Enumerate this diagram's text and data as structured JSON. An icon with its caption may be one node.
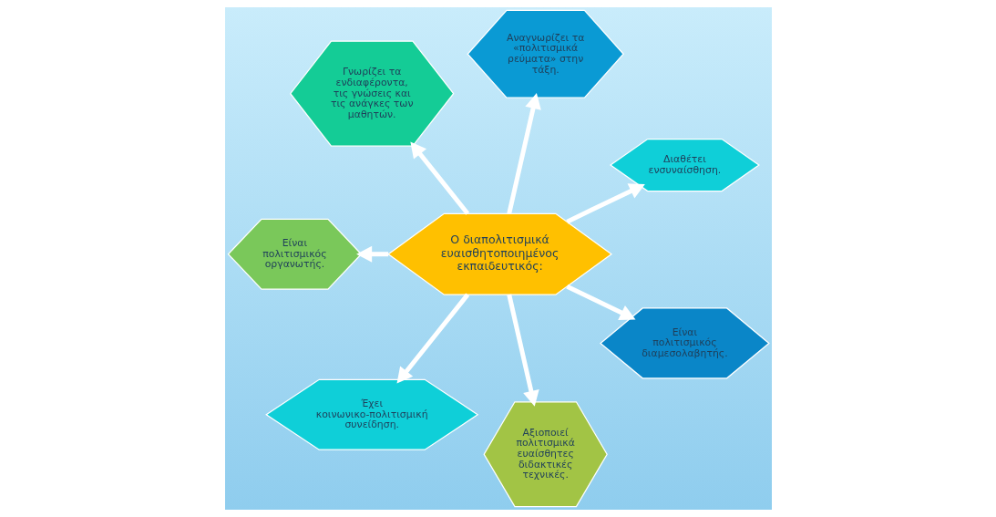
{
  "diagram": {
    "nodes": [
      {
        "text": [
          "Ο διαπολιτισμικά ευαισθητοποιημένος εκπαιδευτικός:"
        ]
      },
      {
        "text": [
          "Διαθέτει ενσυναίσθηση."
        ]
      },
      {
        "text": [
          "Αναγνωρίζει τα «πολιτισμικά ρεύματα» στην τάξη."
        ]
      },
      {
        "text": [
          "Γνωρίζει τα ενδιαφέροντα, τις γνώσεις και τις ανάγκες των μαθητών."
        ]
      },
      {
        "text": [
          "Είναι πολιτισμικός οργανωτής."
        ]
      },
      {
        "text": [
          "Έχει κοινωνικο-πολιτισμική συνείδηση."
        ]
      },
      {
        "text": [
          "Αξιοποιεί πολιτισμικά ευαίσθητες διδακτικές τεχνικές."
        ]
      },
      {
        "text": [
          "Είναι πολιτισμικός διαμεσολαβητής."
        ]
      }
    ],
    "edges": [
      {
        "from": 0,
        "to": 1,
        "arrow": "to"
      },
      {
        "from": 0,
        "to": 2,
        "arrow": "to"
      },
      {
        "from": 0,
        "to": 3,
        "arrow": "to"
      },
      {
        "from": 0,
        "to": 4,
        "arrow": "to"
      },
      {
        "from": 0,
        "to": 5,
        "arrow": "to"
      },
      {
        "from": 0,
        "to": 6,
        "arrow": "to"
      },
      {
        "from": 0,
        "to": 7,
        "arrow": "to"
      }
    ]
  }
}
